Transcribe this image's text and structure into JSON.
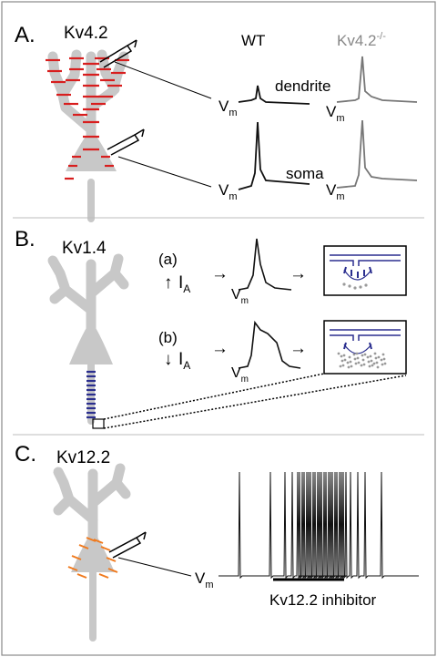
{
  "panel_a": {
    "letter": "A.",
    "channel": "Kv4.2",
    "col_wt": "WT",
    "col_ko": "Kv4.2",
    "col_ko_sup": "-/-",
    "label_dendrite": "dendrite",
    "label_soma": "soma",
    "vm": "V",
    "vm_sub": "m",
    "channel_color": "#d81e1e"
  },
  "panel_b": {
    "letter": "B.",
    "channel": "Kv1.4",
    "case_a": "(a)",
    "case_b": "(b)",
    "arrow_up": "↑",
    "arrow_down": "↓",
    "current": "I",
    "current_sub": "A",
    "then": "→",
    "vm": "V",
    "vm_sub": "m",
    "channel_color": "#2b2f8f"
  },
  "panel_c": {
    "letter": "C.",
    "channel": "Kv12.2",
    "vm": "V",
    "vm_sub": "m",
    "drug": "Kv12.2 inhibitor",
    "channel_color": "#f07a1e"
  },
  "colors": {
    "neuron": "#c8c8c8",
    "trace": "#111111",
    "trace_ko": "#777777"
  }
}
